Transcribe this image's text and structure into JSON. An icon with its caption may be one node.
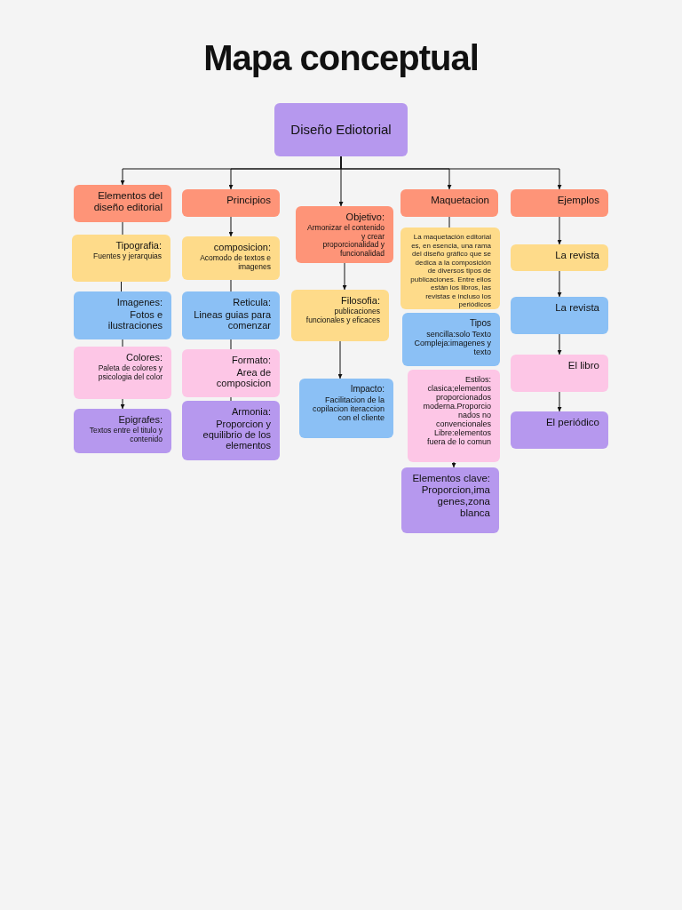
{
  "diagram": {
    "title": "Mapa conceptual",
    "nodes": [
      {
        "text": [
          "Diseño Ediotorial"
        ]
      },
      {
        "text": [
          "Elementos del diseño editorial"
        ]
      },
      {
        "text": [
          "Tipografia:",
          "Fuentes y jerarquias"
        ]
      },
      {
        "text": [
          "Imagenes:",
          "Fotos e ilustraciones"
        ]
      },
      {
        "text": [
          "Colores:",
          "Paleta de colores y psicologia del color"
        ]
      },
      {
        "text": [
          "Epigrafes:",
          "Textos entre el titulo y contenido"
        ]
      },
      {
        "text": [
          "Principios"
        ]
      },
      {
        "text": [
          "composicion:",
          "Acomodo de textos e imagenes"
        ]
      },
      {
        "text": [
          "Reticula:",
          "Lineas guias para comenzar"
        ]
      },
      {
        "text": [
          "Formato:",
          "Area de composicion"
        ]
      },
      {
        "text": [
          "Armonia:",
          "Proporcion y equilibrio de los elementos"
        ]
      },
      {
        "text": [
          "Objetivo:",
          "Armonizar el contenido y crear proporcionalidad y funcionalidad"
        ]
      },
      {
        "text": [
          "Filosofia:",
          "publicaciones funcionales y eficaces"
        ]
      },
      {
        "text": [
          "Impacto:",
          "Facilitacion de la copilacion iteraccion con el cliente"
        ]
      },
      {
        "text": [
          "Maquetacion"
        ]
      },
      {
        "text": [
          "La maquetación editorial es, en esencia, una rama del diseño gráfico que se dedica a la composición de diversos tipos de publicaciones. Entre ellos están los libros, las revistas e incluso los periódicos"
        ]
      },
      {
        "text": [
          "Tipos",
          "sencilla:solo Texto Compleja:imagenes y texto"
        ]
      },
      {
        "text": [
          "Estilos: clasica;elementos proporcionados moderna.Proporcio nados no convencionales Libre:elementos fuera de lo comun"
        ]
      },
      {
        "text": [
          "Elementos clave: Proporcion,ima genes,zona blanca"
        ]
      },
      {
        "text": [
          "Ejemplos"
        ]
      },
      {
        "text": [
          "La revista"
        ]
      },
      {
        "text": [
          "La revista"
        ]
      },
      {
        "text": [
          "El libro"
        ]
      },
      {
        "text": [
          "El periódico"
        ]
      }
    ],
    "edges": [
      {
        "from": 0,
        "to": 1,
        "arrow": "to"
      },
      {
        "from": 0,
        "to": 6,
        "arrow": "to"
      },
      {
        "from": 0,
        "to": 11,
        "arrow": "to"
      },
      {
        "from": 0,
        "to": 14,
        "arrow": "to"
      },
      {
        "from": 0,
        "to": 19,
        "arrow": "to"
      },
      {
        "from": 1,
        "to": 2,
        "arrow": "none"
      },
      {
        "from": 2,
        "to": 3,
        "arrow": "none"
      },
      {
        "from": 3,
        "to": 4,
        "arrow": "none"
      },
      {
        "from": 4,
        "to": 5,
        "arrow": "to"
      },
      {
        "from": 6,
        "to": 7,
        "arrow": "to"
      },
      {
        "from": 7,
        "to": 8,
        "arrow": "none"
      },
      {
        "from": 8,
        "to": 9,
        "arrow": "none"
      },
      {
        "from": 9,
        "to": 10,
        "arrow": "none"
      },
      {
        "from": 11,
        "to": 12,
        "arrow": "to"
      },
      {
        "from": 12,
        "to": 13,
        "arrow": "to"
      },
      {
        "from": 14,
        "to": 15,
        "arrow": "none"
      },
      {
        "from": 17,
        "to": 18,
        "arrow": "to"
      },
      {
        "from": 19,
        "to": 20,
        "arrow": "to"
      },
      {
        "from": 20,
        "to": 21,
        "arrow": "to"
      },
      {
        "from": 21,
        "to": 22,
        "arrow": "to"
      },
      {
        "from": 22,
        "to": 23,
        "arrow": "to"
      }
    ]
  }
}
